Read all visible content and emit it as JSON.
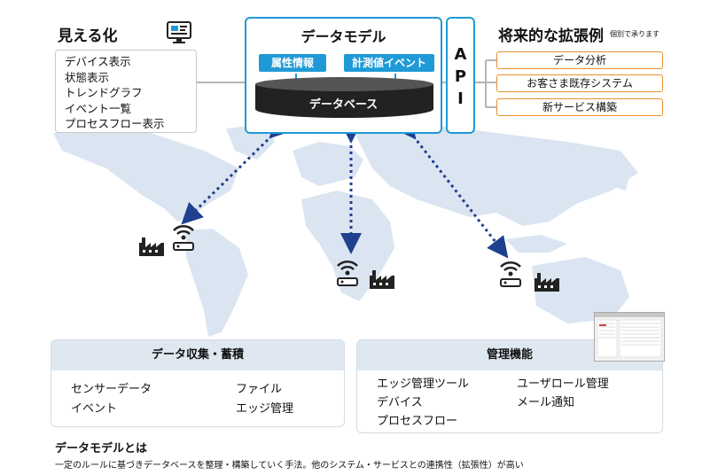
{
  "colors": {
    "accent_blue": "#1f9ad6",
    "accent_orange": "#e8902c",
    "map": "#dbe5f1",
    "arrow": "#1f3f8f",
    "panel_head": "#dfe7f1"
  },
  "visualization": {
    "title": "見える化",
    "icon": "monitor-icon",
    "items": [
      "デバイス表示",
      "状態表示",
      "トレンドグラフ",
      "イベント一覧",
      "プロセスフロー表示"
    ]
  },
  "data_model": {
    "title": "データモデル",
    "tags": [
      "属性情報",
      "計測値イベント"
    ],
    "database": "データベース"
  },
  "api": {
    "label": [
      "A",
      "P",
      "I"
    ]
  },
  "extensions": {
    "title": "将来的な拡張例",
    "note": "個別で承ります",
    "items": [
      "データ分析",
      "お客さま既存システム",
      "新サービス構築"
    ]
  },
  "sites": {
    "factory_icon": "factory-icon",
    "wifi_icon": "wifi-router-icon"
  },
  "collection_panel": {
    "title": "データ収集・蓄積",
    "items": [
      "センサーデータ",
      "イベント",
      "ファイル",
      "エッジ管理"
    ]
  },
  "management_panel": {
    "title": "管理機能",
    "items": [
      "エッジ管理ツール",
      "デバイス",
      "プロセスフロー",
      "ユーザロール管理",
      "メール通知"
    ]
  },
  "footer": {
    "heading": "データモデルとは",
    "text": "一定のルールに基づきデータベースを整理・構築していく手法。他のシステム・サービスとの連携性（拡張性）が高い"
  }
}
